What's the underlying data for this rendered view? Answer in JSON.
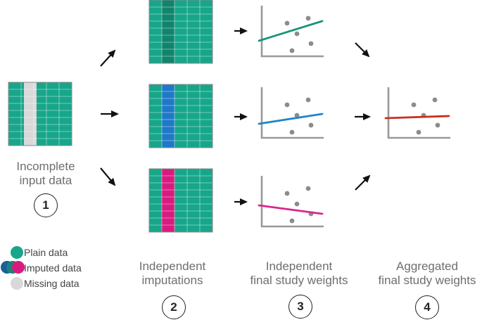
{
  "colors": {
    "plain": "#17a68a",
    "imputed_blue": "#1f78c8",
    "imputed_pink": "#d91b7f",
    "missing": "#d9d9d9",
    "line_green": "#17957a",
    "line_blue": "#1e86c8",
    "line_pink": "#d6278a",
    "line_red": "#c8321e",
    "dots": "#8c8c8c",
    "axes": "#999999",
    "label": "#6e6e6e"
  },
  "labels": {
    "incomplete": [
      "Incomplete",
      "input data"
    ],
    "imputations": [
      "Independent",
      "imputations"
    ],
    "weights": [
      "Independent",
      "final study weights"
    ],
    "aggregated": [
      "Aggregated",
      "final study weights"
    ]
  },
  "steps": [
    "1",
    "2",
    "3",
    "4"
  ],
  "legend": {
    "plain": "Plain data",
    "imputed": "Imputed data",
    "missing": "Missing data"
  }
}
